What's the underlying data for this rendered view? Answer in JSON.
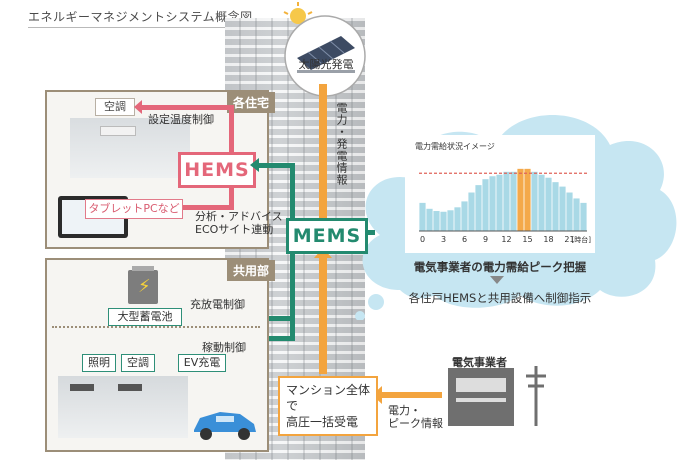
{
  "title": "エネルギーマネジメントシステム概念図",
  "solar": {
    "label": "太陽光発電"
  },
  "flow_vertical": "電力・発電情報",
  "home": {
    "tag": "各住宅",
    "aircon": "空調",
    "temp_control": "設定温度制御",
    "hems": "HEMS",
    "tablet": "タブレットPCなど",
    "analysis": "分析・アドバイス",
    "eco": "ECOサイト連動"
  },
  "mems": "MEMS",
  "shared": {
    "tag": "共用部",
    "charge_control": "充放電制御",
    "battery": "大型蓄電池",
    "operation_control": "稼動制御",
    "lighting": "照明",
    "aircon": "空調",
    "ev": "EV充電"
  },
  "cloud": {
    "chart_title": "電力需給状況イメージ",
    "peak": "電気事業者の電力需給ピーク把握",
    "instruction": "各住戸HEMSと共用設備へ制御指示"
  },
  "utility": {
    "label": "電気事業者",
    "info1": "電力・",
    "info2": "ピーク情報"
  },
  "receiving": {
    "line1": "マンション全体で",
    "line2": "高圧一括受電"
  },
  "chart_data": {
    "type": "bar",
    "title": "電力需給状況イメージ",
    "x": [
      0,
      1,
      2,
      3,
      4,
      5,
      6,
      7,
      8,
      9,
      10,
      11,
      12,
      13,
      14,
      15,
      16,
      17,
      18,
      19,
      20,
      21,
      22,
      23
    ],
    "values": [
      38,
      30,
      27,
      26,
      28,
      32,
      40,
      52,
      62,
      70,
      74,
      76,
      80,
      80,
      84,
      84,
      80,
      76,
      72,
      66,
      60,
      52,
      44,
      38
    ],
    "highlight": [
      14,
      15
    ],
    "peak_line": 78,
    "ylim": [
      0,
      100
    ],
    "xticks": [
      "0",
      "3",
      "6",
      "9",
      "12",
      "15",
      "18",
      "21"
    ],
    "xunit": "[時台]",
    "colors": {
      "bar": "#a9d9e6",
      "highlight": "#f4a94b",
      "peak_line": "#e0635a"
    }
  }
}
